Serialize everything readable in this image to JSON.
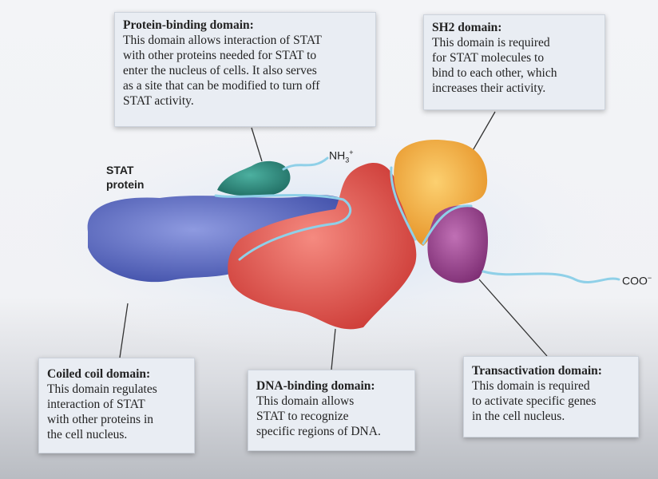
{
  "stat_label": "STAT\nprotein",
  "nh3_label": "NH",
  "nh3_sub": "3",
  "nh3_sup": "+",
  "coo_label": "COO",
  "coo_sup": "−",
  "domains": {
    "protein_binding": {
      "title": "Protein-binding domain:",
      "desc": "This domain allows interaction of STAT\nwith other proteins needed for STAT to\nenter the nucleus of cells. It also serves\nas a site that can be modified to turn off\nSTAT activity."
    },
    "sh2": {
      "title": "SH2 domain:",
      "desc": "This domain is required\nfor STAT molecules to\nbind to each other, which\nincreases their activity."
    },
    "coiled_coil": {
      "title": "Coiled coil domain:",
      "desc": "This domain regulates\ninteraction of STAT\nwith other proteins in\nthe cell nucleus."
    },
    "dna_binding": {
      "title": "DNA-binding domain:",
      "desc": "This domain allows\nSTAT to recognize\nspecific regions of DNA."
    },
    "transactivation": {
      "title": "Transactivation domain:",
      "desc": "This domain is required\nto activate specific genes\nin the cell nucleus."
    }
  },
  "colors": {
    "coiled_coil": "#5f6fc4",
    "dna_binding": "#e0574f",
    "sh2": "#f2a93a",
    "transactivation": "#9b3f8e",
    "protein_binding": "#2e8a7c",
    "linker": "#7fc4dc"
  }
}
